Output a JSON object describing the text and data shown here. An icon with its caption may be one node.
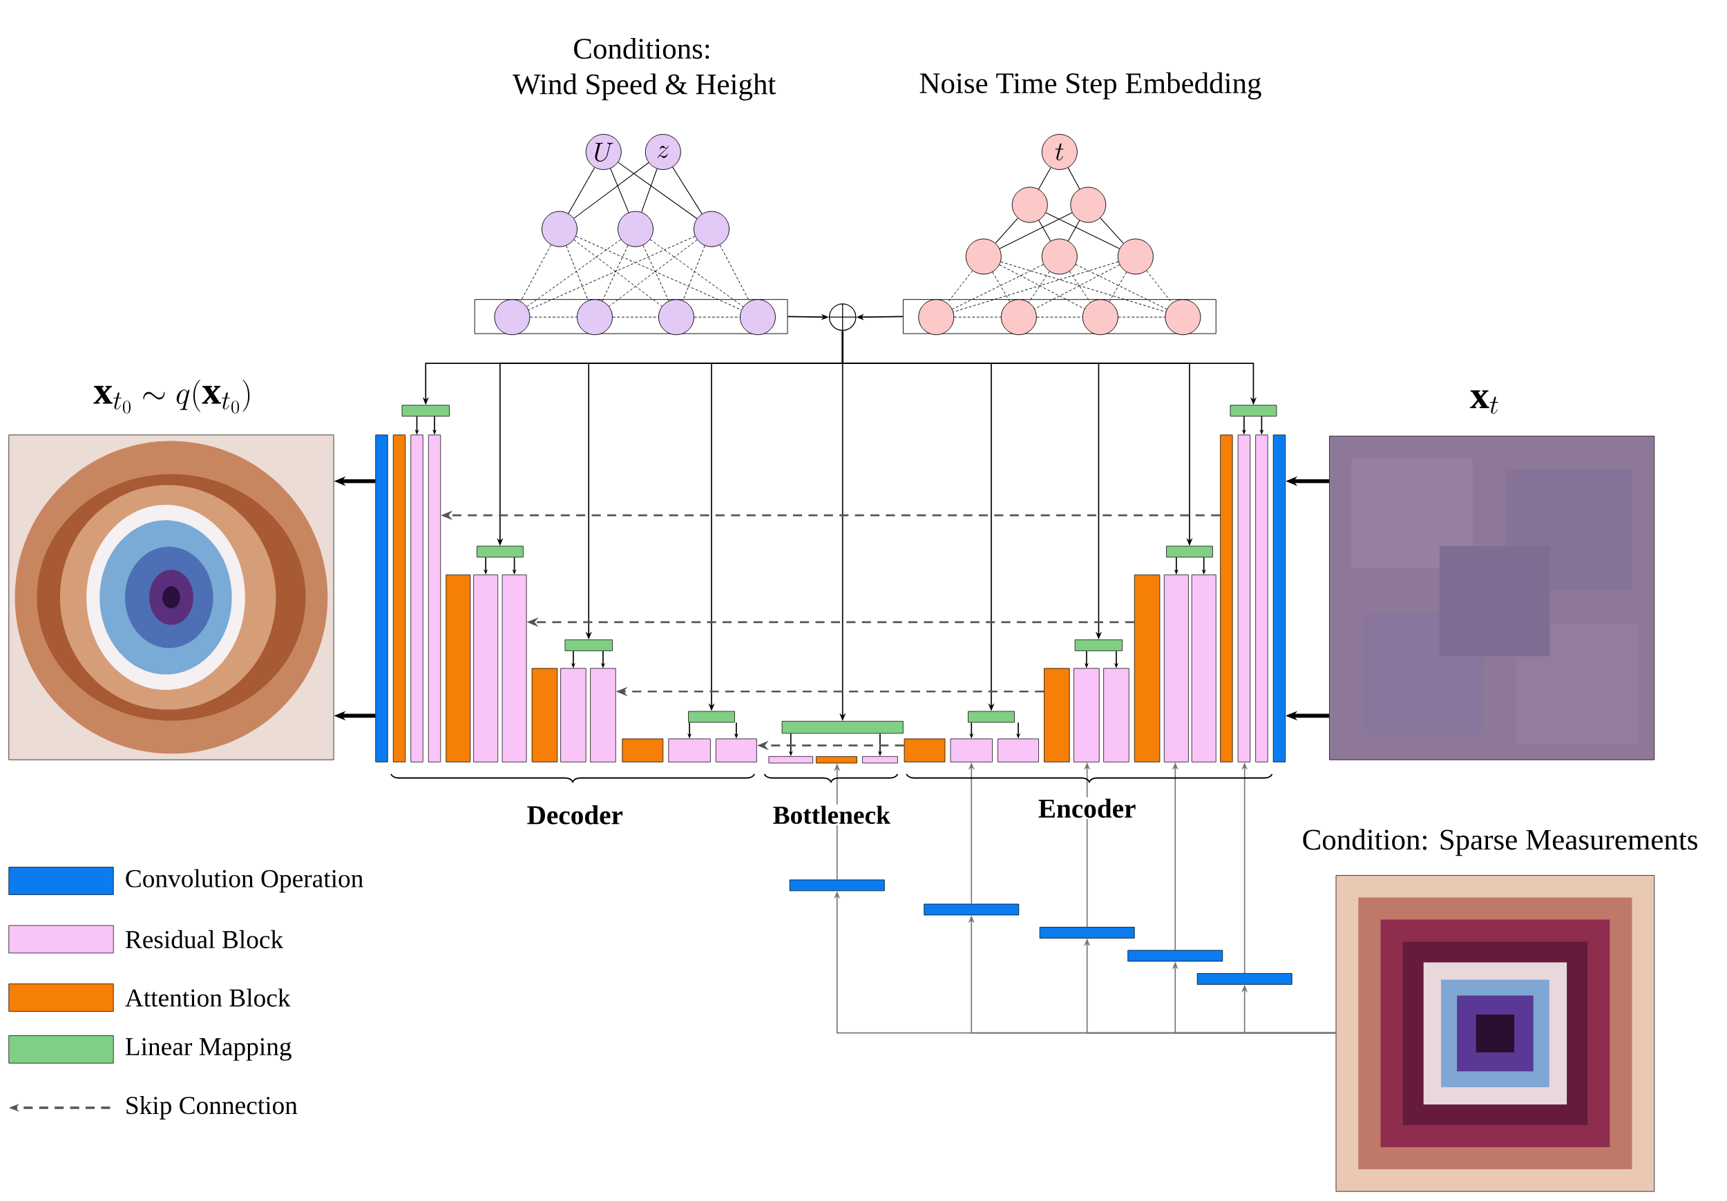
{
  "diagram": {
    "nodes": [
      {
        "text": [
          "U"
        ]
      },
      {
        "text": [
          "z"
        ]
      },
      {
        "text": [],
        "shape": "circle"
      },
      {
        "text": [],
        "shape": "circle"
      },
      {
        "text": [],
        "shape": "circle"
      },
      {
        "text": [],
        "shape": "box"
      },
      {
        "text": [],
        "shape": "circle",
        "in": 5
      },
      {
        "text": [],
        "shape": "circle",
        "in": 5
      },
      {
        "text": [],
        "shape": "circle",
        "in": 5
      },
      {
        "text": [],
        "shape": "circle",
        "in": 5
      },
      {
        "text": [
          "t"
        ]
      },
      {
        "text": [],
        "shape": "circle"
      },
      {
        "text": [],
        "shape": "circle"
      },
      {
        "text": [],
        "shape": "circle"
      },
      {
        "text": [],
        "shape": "circle"
      },
      {
        "text": [],
        "shape": "circle"
      },
      {
        "text": [],
        "shape": "box"
      },
      {
        "text": [],
        "shape": "circle",
        "in": 16
      },
      {
        "text": [],
        "shape": "circle",
        "in": 16
      },
      {
        "text": [],
        "shape": "circle",
        "in": 16
      },
      {
        "text": [],
        "shape": "circle",
        "in": 16
      },
      {
        "text": [],
        "shape": "circle"
      },
      {
        "text": [
          "\\mathbf{x}_{t_0} \\sim q(\\mathbf{x}_{t_0})"
        ]
      },
      {
        "text": [
          "\\mathbf{x}_t"
        ]
      },
      {
        "text": [
          "Condition: Sparse Measurements"
        ]
      },
      {
        "text": [],
        "shape": "bar"
      },
      {
        "text": [],
        "shape": "bar"
      },
      {
        "text": [],
        "shape": "bar"
      },
      {
        "text": [],
        "shape": "bar"
      },
      {
        "text": [],
        "shape": "bar"
      },
      {
        "text": [],
        "shape": "bar"
      },
      {
        "text": [],
        "shape": "bar"
      },
      {
        "text": [],
        "shape": "bar"
      },
      {
        "text": [],
        "shape": "bar"
      },
      {
        "text": [],
        "shape": "bar"
      },
      {
        "text": [],
        "shape": "bar"
      },
      {
        "text": [],
        "shape": "bar"
      },
      {
        "text": [],
        "shape": "bar"
      },
      {
        "text": [],
        "shape": "bar"
      },
      {
        "text": [],
        "shape": "bar"
      },
      {
        "text": [],
        "shape": "bar"
      },
      {
        "text": [],
        "shape": "bar"
      },
      {
        "text": [],
        "shape": "bar"
      },
      {
        "text": [],
        "shape": "bar"
      },
      {
        "text": [],
        "shape": "bar"
      },
      {
        "text": [],
        "shape": "bar"
      },
      {
        "text": [],
        "shape": "bar"
      },
      {
        "text": [],
        "shape": "bar"
      },
      {
        "text": [],
        "shape": "bar"
      },
      {
        "text": [],
        "shape": "bar"
      },
      {
        "text": [],
        "shape": "bar"
      },
      {
        "text": [],
        "shape": "bar"
      },
      {
        "text": [],
        "shape": "bar"
      },
      {
        "text": [],
        "shape": "bar"
      },
      {
        "text": [],
        "shape": "bar"
      },
      {
        "text": [],
        "shape": "bar"
      },
      {
        "text": [],
        "shape": "bar"
      },
      {
        "text": [],
        "shape": "bar"
      },
      {
        "text": [],
        "shape": "bar"
      },
      {
        "text": [],
        "shape": "bar"
      },
      {
        "text": [],
        "shape": "bar"
      },
      {
        "text": [],
        "shape": "bar"
      },
      {
        "text": [],
        "shape": "bar"
      },
      {
        "text": [],
        "shape": "bar"
      },
      {
        "text": [],
        "shape": "bar"
      },
      {
        "text": [],
        "shape": "bar"
      },
      {
        "text": [],
        "shape": "bar"
      },
      {
        "text": [],
        "shape": "bar"
      }
    ],
    "edges": [
      {
        "from": 0,
        "to": 2,
        "arrow": "none"
      },
      {
        "from": 0,
        "to": 3,
        "arrow": "none"
      },
      {
        "from": 0,
        "to": 4,
        "arrow": "none"
      },
      {
        "from": 1,
        "to": 2,
        "arrow": "none"
      },
      {
        "from": 1,
        "to": 3,
        "arrow": "none"
      },
      {
        "from": 1,
        "to": 4,
        "arrow": "none"
      },
      {
        "from": 2,
        "to": 6,
        "arrow": "none",
        "style": "dashed"
      },
      {
        "from": 2,
        "to": 7,
        "arrow": "none",
        "style": "dashed"
      },
      {
        "from": 2,
        "to": 8,
        "arrow": "none",
        "style": "dashed"
      },
      {
        "from": 2,
        "to": 9,
        "arrow": "none",
        "style": "dashed"
      },
      {
        "from": 3,
        "to": 6,
        "arrow": "none",
        "style": "dashed"
      },
      {
        "from": 3,
        "to": 7,
        "arrow": "none",
        "style": "dashed"
      },
      {
        "from": 3,
        "to": 8,
        "arrow": "none",
        "style": "dashed"
      },
      {
        "from": 3,
        "to": 9,
        "arrow": "none",
        "style": "dashed"
      },
      {
        "from": 4,
        "to": 6,
        "arrow": "none",
        "style": "dashed"
      },
      {
        "from": 4,
        "to": 7,
        "arrow": "none",
        "style": "dashed"
      },
      {
        "from": 4,
        "to": 8,
        "arrow": "none",
        "style": "dashed"
      },
      {
        "from": 4,
        "to": 9,
        "arrow": "none",
        "style": "dashed"
      },
      {
        "from": 6,
        "to": 7,
        "arrow": "none",
        "style": "dashed"
      },
      {
        "from": 7,
        "to": 8,
        "arrow": "none",
        "style": "dashed"
      },
      {
        "from": 8,
        "to": 9,
        "arrow": "none",
        "style": "dashed"
      },
      {
        "from": 10,
        "to": 11,
        "arrow": "none"
      },
      {
        "from": 10,
        "to": 12,
        "arrow": "none"
      },
      {
        "from": 11,
        "to": 13,
        "arrow": "none"
      },
      {
        "from": 11,
        "to": 14,
        "arrow": "none"
      },
      {
        "from": 11,
        "to": 15,
        "arrow": "none"
      },
      {
        "from": 12,
        "to": 13,
        "arrow": "none"
      },
      {
        "from": 12,
        "to": 14,
        "arrow": "none"
      },
      {
        "from": 12,
        "to": 15,
        "arrow": "none"
      },
      {
        "from": 13,
        "to": 17,
        "arrow": "none",
        "style": "dashed"
      },
      {
        "from": 13,
        "to": 18,
        "arrow": "none",
        "style": "dashed"
      },
      {
        "from": 13,
        "to": 19,
        "arrow": "none",
        "style": "dashed"
      },
      {
        "from": 13,
        "to": 20,
        "arrow": "none",
        "style": "dashed"
      },
      {
        "from": 14,
        "to": 17,
        "arrow": "none",
        "style": "dashed"
      },
      {
        "from": 14,
        "to": 18,
        "arrow": "none",
        "style": "dashed"
      },
      {
        "from": 14,
        "to": 19,
        "arrow": "none",
        "style": "dashed"
      },
      {
        "from": 14,
        "to": 20,
        "arrow": "none",
        "style": "dashed"
      },
      {
        "from": 15,
        "to": 17,
        "arrow": "none",
        "style": "dashed"
      },
      {
        "from": 15,
        "to": 18,
        "arrow": "none",
        "style": "dashed"
      },
      {
        "from": 15,
        "to": 19,
        "arrow": "none",
        "style": "dashed"
      },
      {
        "from": 15,
        "to": 20,
        "arrow": "none",
        "style": "dashed"
      },
      {
        "from": 17,
        "to": 18,
        "arrow": "none",
        "style": "dashed"
      },
      {
        "from": 18,
        "to": 19,
        "arrow": "none",
        "style": "dashed"
      },
      {
        "from": 19,
        "to": 20,
        "arrow": "none",
        "style": "dashed"
      },
      {
        "from": 5,
        "to": 21,
        "arrow": "to"
      },
      {
        "from": 16,
        "to": 21,
        "arrow": "to"
      },
      {
        "from": 21,
        "to": 29,
        "arrow": "to"
      },
      {
        "from": 21,
        "to": 33,
        "arrow": "to"
      },
      {
        "from": 21,
        "to": 37,
        "arrow": "to"
      },
      {
        "from": 21,
        "to": 41,
        "arrow": "to"
      },
      {
        "from": 21,
        "to": 42,
        "arrow": "to"
      },
      {
        "from": 21,
        "to": 49,
        "arrow": "to"
      },
      {
        "from": 21,
        "to": 53,
        "arrow": "to"
      },
      {
        "from": 21,
        "to": 57,
        "arrow": "to"
      },
      {
        "from": 21,
        "to": 61,
        "arrow": "to"
      },
      {
        "from": 29,
        "to": 27,
        "arrow": "to"
      },
      {
        "from": 29,
        "to": 28,
        "arrow": "to"
      },
      {
        "from": 33,
        "to": 31,
        "arrow": "to"
      },
      {
        "from": 33,
        "to": 32,
        "arrow": "to"
      },
      {
        "from": 37,
        "to": 35,
        "arrow": "to"
      },
      {
        "from": 37,
        "to": 36,
        "arrow": "to"
      },
      {
        "from": 41,
        "to": 39,
        "arrow": "to"
      },
      {
        "from": 41,
        "to": 40,
        "arrow": "to"
      },
      {
        "from": 42,
        "to": 43,
        "arrow": "to"
      },
      {
        "from": 42,
        "to": 45,
        "arrow": "to"
      },
      {
        "from": 49,
        "to": 47,
        "arrow": "to"
      },
      {
        "from": 49,
        "to": 48,
        "arrow": "to"
      },
      {
        "from": 53,
        "to": 51,
        "arrow": "to"
      },
      {
        "from": 53,
        "to": 52,
        "arrow": "to"
      },
      {
        "from": 57,
        "to": 55,
        "arrow": "to"
      },
      {
        "from": 57,
        "to": 56,
        "arrow": "to"
      },
      {
        "from": 61,
        "to": 59,
        "arrow": "to"
      },
      {
        "from": 61,
        "to": 60,
        "arrow": "to"
      },
      {
        "from": 58,
        "to": 28,
        "arrow": "to",
        "style": "dashed",
        "color": "#555555"
      },
      {
        "from": 54,
        "to": 32,
        "arrow": "to",
        "style": "dashed",
        "color": "#555555"
      },
      {
        "from": 50,
        "to": 36,
        "arrow": "to",
        "style": "dashed",
        "color": "#555555"
      },
      {
        "from": 46,
        "to": 40,
        "arrow": "to",
        "style": "dashed",
        "color": "#555555"
      },
      {
        "from": 23,
        "to": 62,
        "arrow": "to",
        "style": "thick"
      },
      {
        "from": 23,
        "to": 62,
        "arrow": "to",
        "style": "thick"
      },
      {
        "from": 25,
        "to": 22,
        "arrow": "to",
        "style": "thick"
      },
      {
        "from": 25,
        "to": 22,
        "arrow": "to",
        "style": "thick"
      },
      {
        "from": 24,
        "to": 63,
        "arrow": "to",
        "color": "#777777"
      },
      {
        "from": 24,
        "to": 64,
        "arrow": "to",
        "color": "#777777"
      },
      {
        "from": 24,
        "to": 65,
        "arrow": "to",
        "color": "#777777"
      },
      {
        "from": 24,
        "to": 66,
        "arrow": "to",
        "color": "#777777"
      },
      {
        "from": 24,
        "to": 67,
        "arrow": "to",
        "color": "#777777"
      },
      {
        "from": 63,
        "to": 44,
        "arrow": "to",
        "color": "#777777"
      },
      {
        "from": 64,
        "to": 47,
        "arrow": "to",
        "color": "#777777"
      },
      {
        "from": 65,
        "to": 51,
        "arrow": "to",
        "color": "#777777"
      },
      {
        "from": 66,
        "to": 55,
        "arrow": "to",
        "color": "#777777"
      },
      {
        "from": 67,
        "to": 59,
        "arrow": "to",
        "color": "#777777"
      }
    ],
    "labels": [
      "Conditions:",
      "Wind Speed & Height",
      "Noise Time Step Embedding",
      "Decoder",
      "Bottleneck",
      "Encoder"
    ],
    "legend": [
      {
        "text": "Convolution Operation",
        "color": "#0a7cf0"
      },
      {
        "text": "Residual Block",
        "color": "#f9c4f7"
      },
      {
        "text": "Attention Block",
        "color": "#f57f07"
      },
      {
        "text": "Linear Mapping",
        "color": "#80cf84"
      },
      {
        "text": "Skip Connection"
      }
    ]
  }
}
